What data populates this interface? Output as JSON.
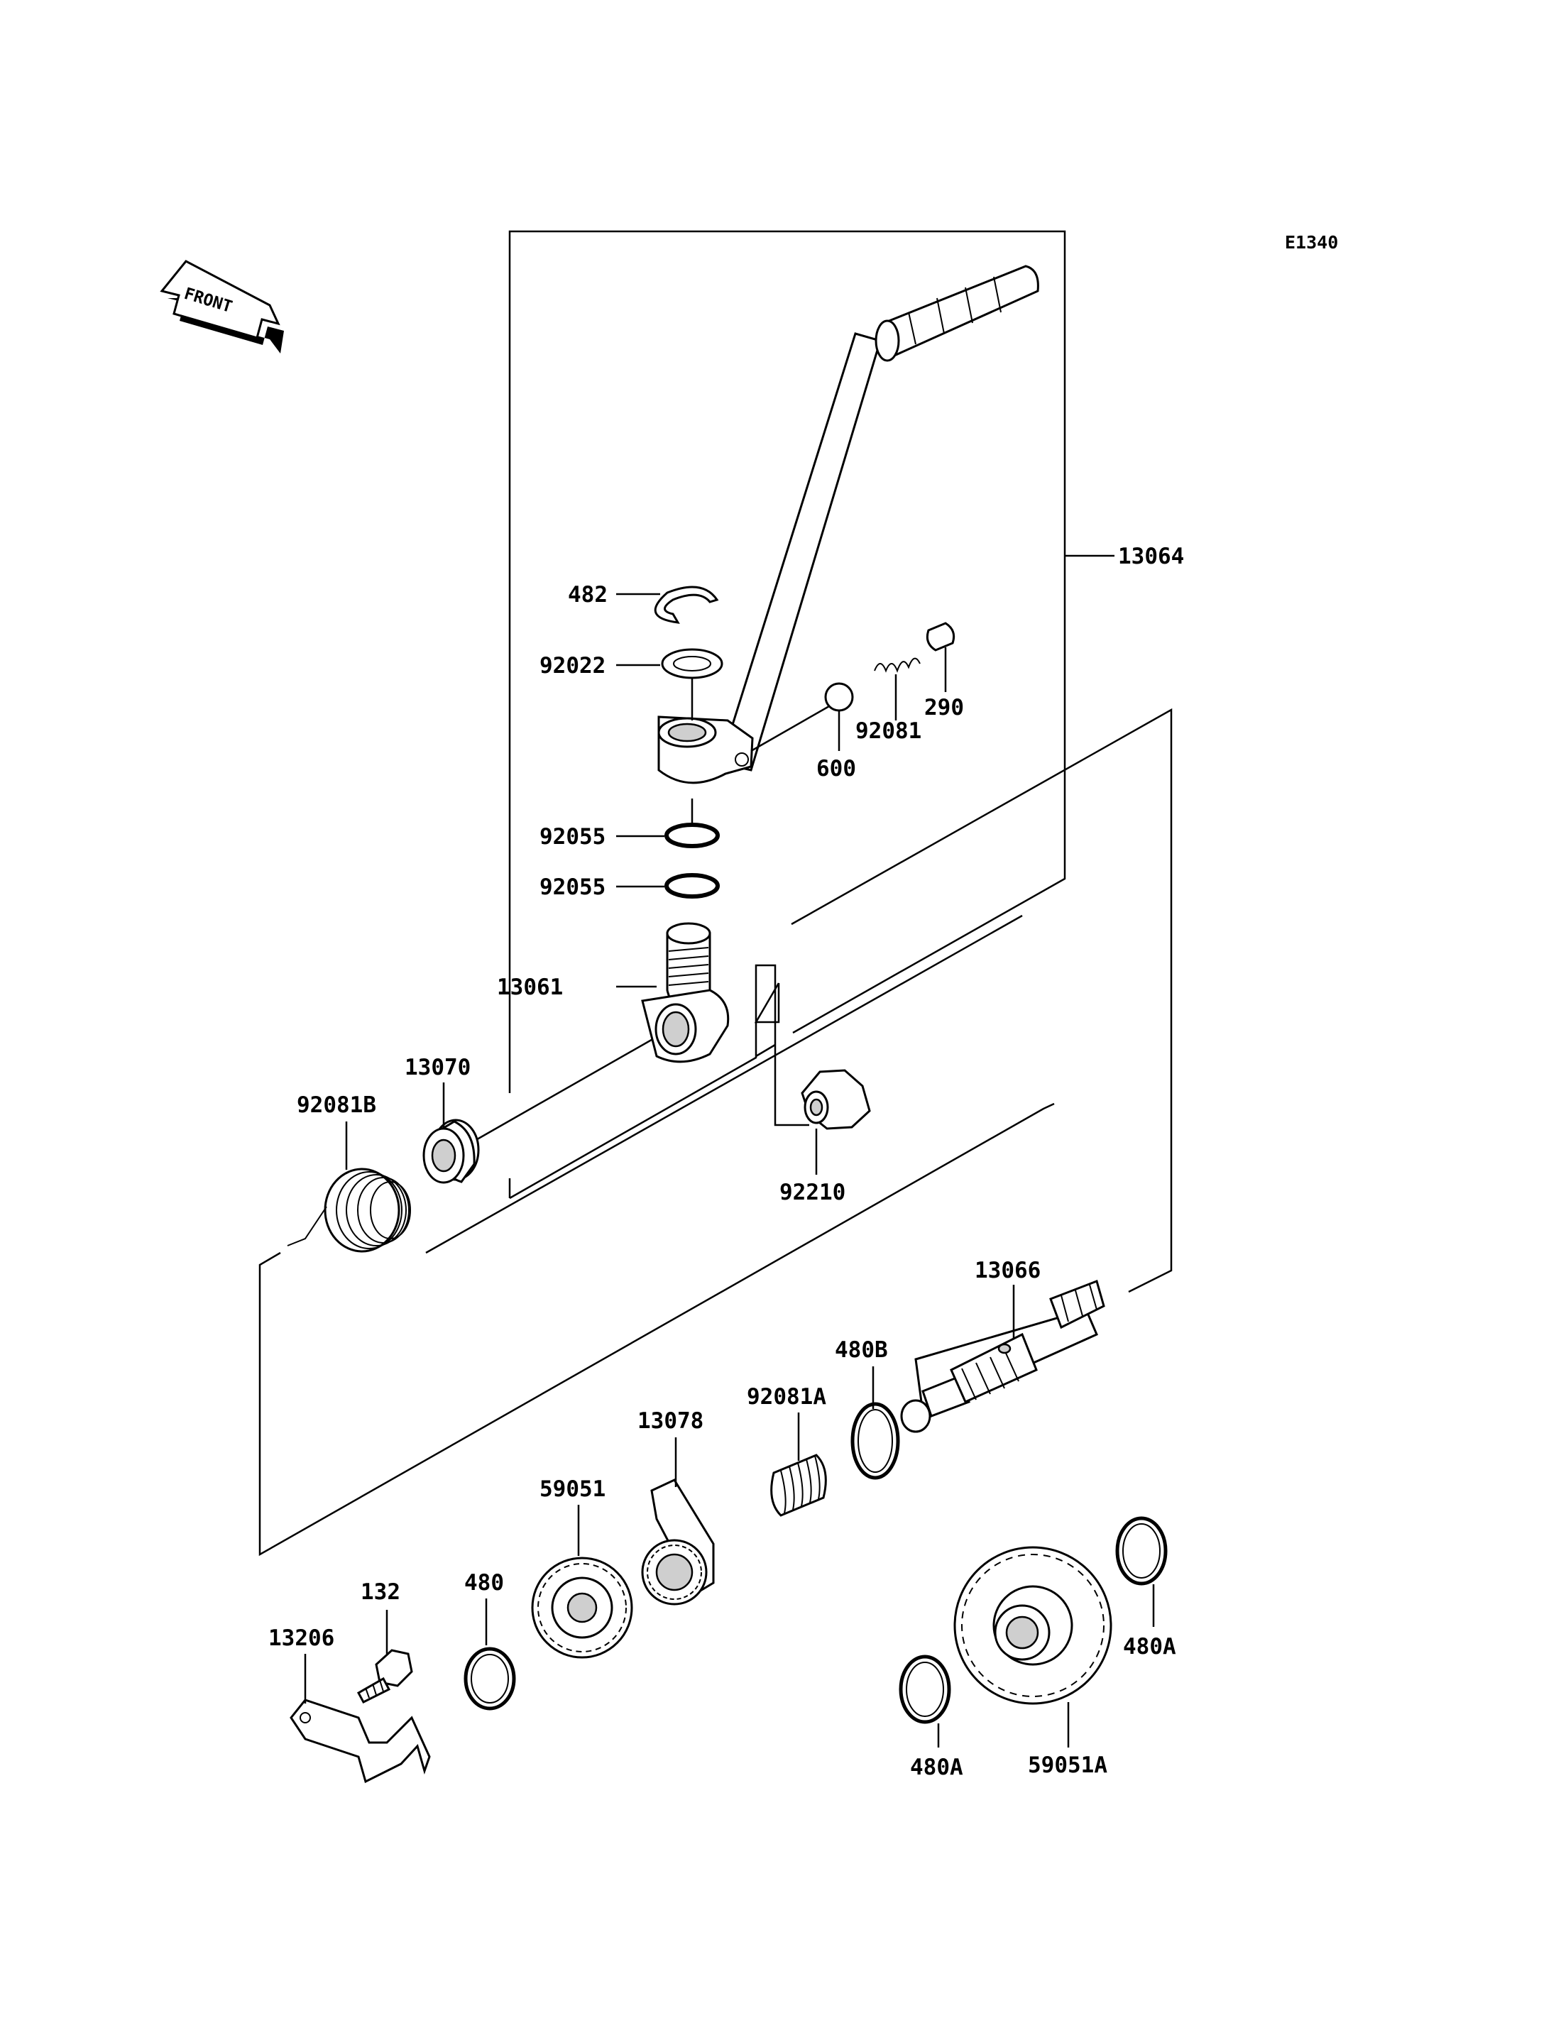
{
  "diagram_code": "E1340",
  "front_marker": "FRONT",
  "parts": {
    "p13064": "13064",
    "p482": "482",
    "p92022": "92022",
    "p290": "290",
    "p92081": "92081",
    "p600": "600",
    "p92055a": "92055",
    "p92055b": "92055",
    "p13061": "13061",
    "p13070": "13070",
    "p92081B": "92081B",
    "p92210": "92210",
    "p13066": "13066",
    "p480B": "480B",
    "p92081A": "92081A",
    "p13078": "13078",
    "p59051": "59051",
    "p132": "132",
    "p480": "480",
    "p13206": "13206",
    "p480A_right": "480A",
    "p480A_bottom": "480A",
    "p59051A": "59051A"
  }
}
